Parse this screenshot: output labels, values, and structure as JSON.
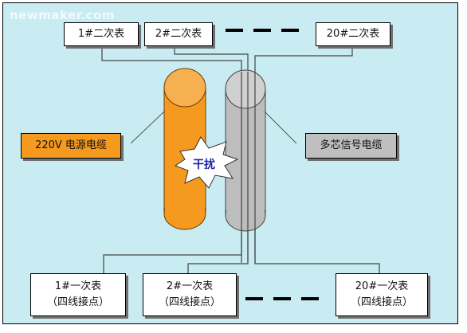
{
  "watermark": "newmaker.com",
  "top_meters": [
    {
      "label": "1#二次表"
    },
    {
      "label": "2#二次表"
    },
    {
      "label": "20#二次表"
    }
  ],
  "bottom_meters": [
    {
      "line1": "1#一次表",
      "line2": "（四线接点）"
    },
    {
      "line1": "2#一次表",
      "line2": "（四线接点）"
    },
    {
      "line1": "20#一次表",
      "line2": "（四线接点）"
    }
  ],
  "power_cable_label": "220V 电源电缆",
  "signal_cable_label": "多芯信号电缆",
  "interference_label": "干扰",
  "colors": {
    "background": "#c8ecf2",
    "power_cable": "#f59a1e",
    "signal_cable": "#bdbdbd",
    "interference_text": "#1a23a6"
  }
}
